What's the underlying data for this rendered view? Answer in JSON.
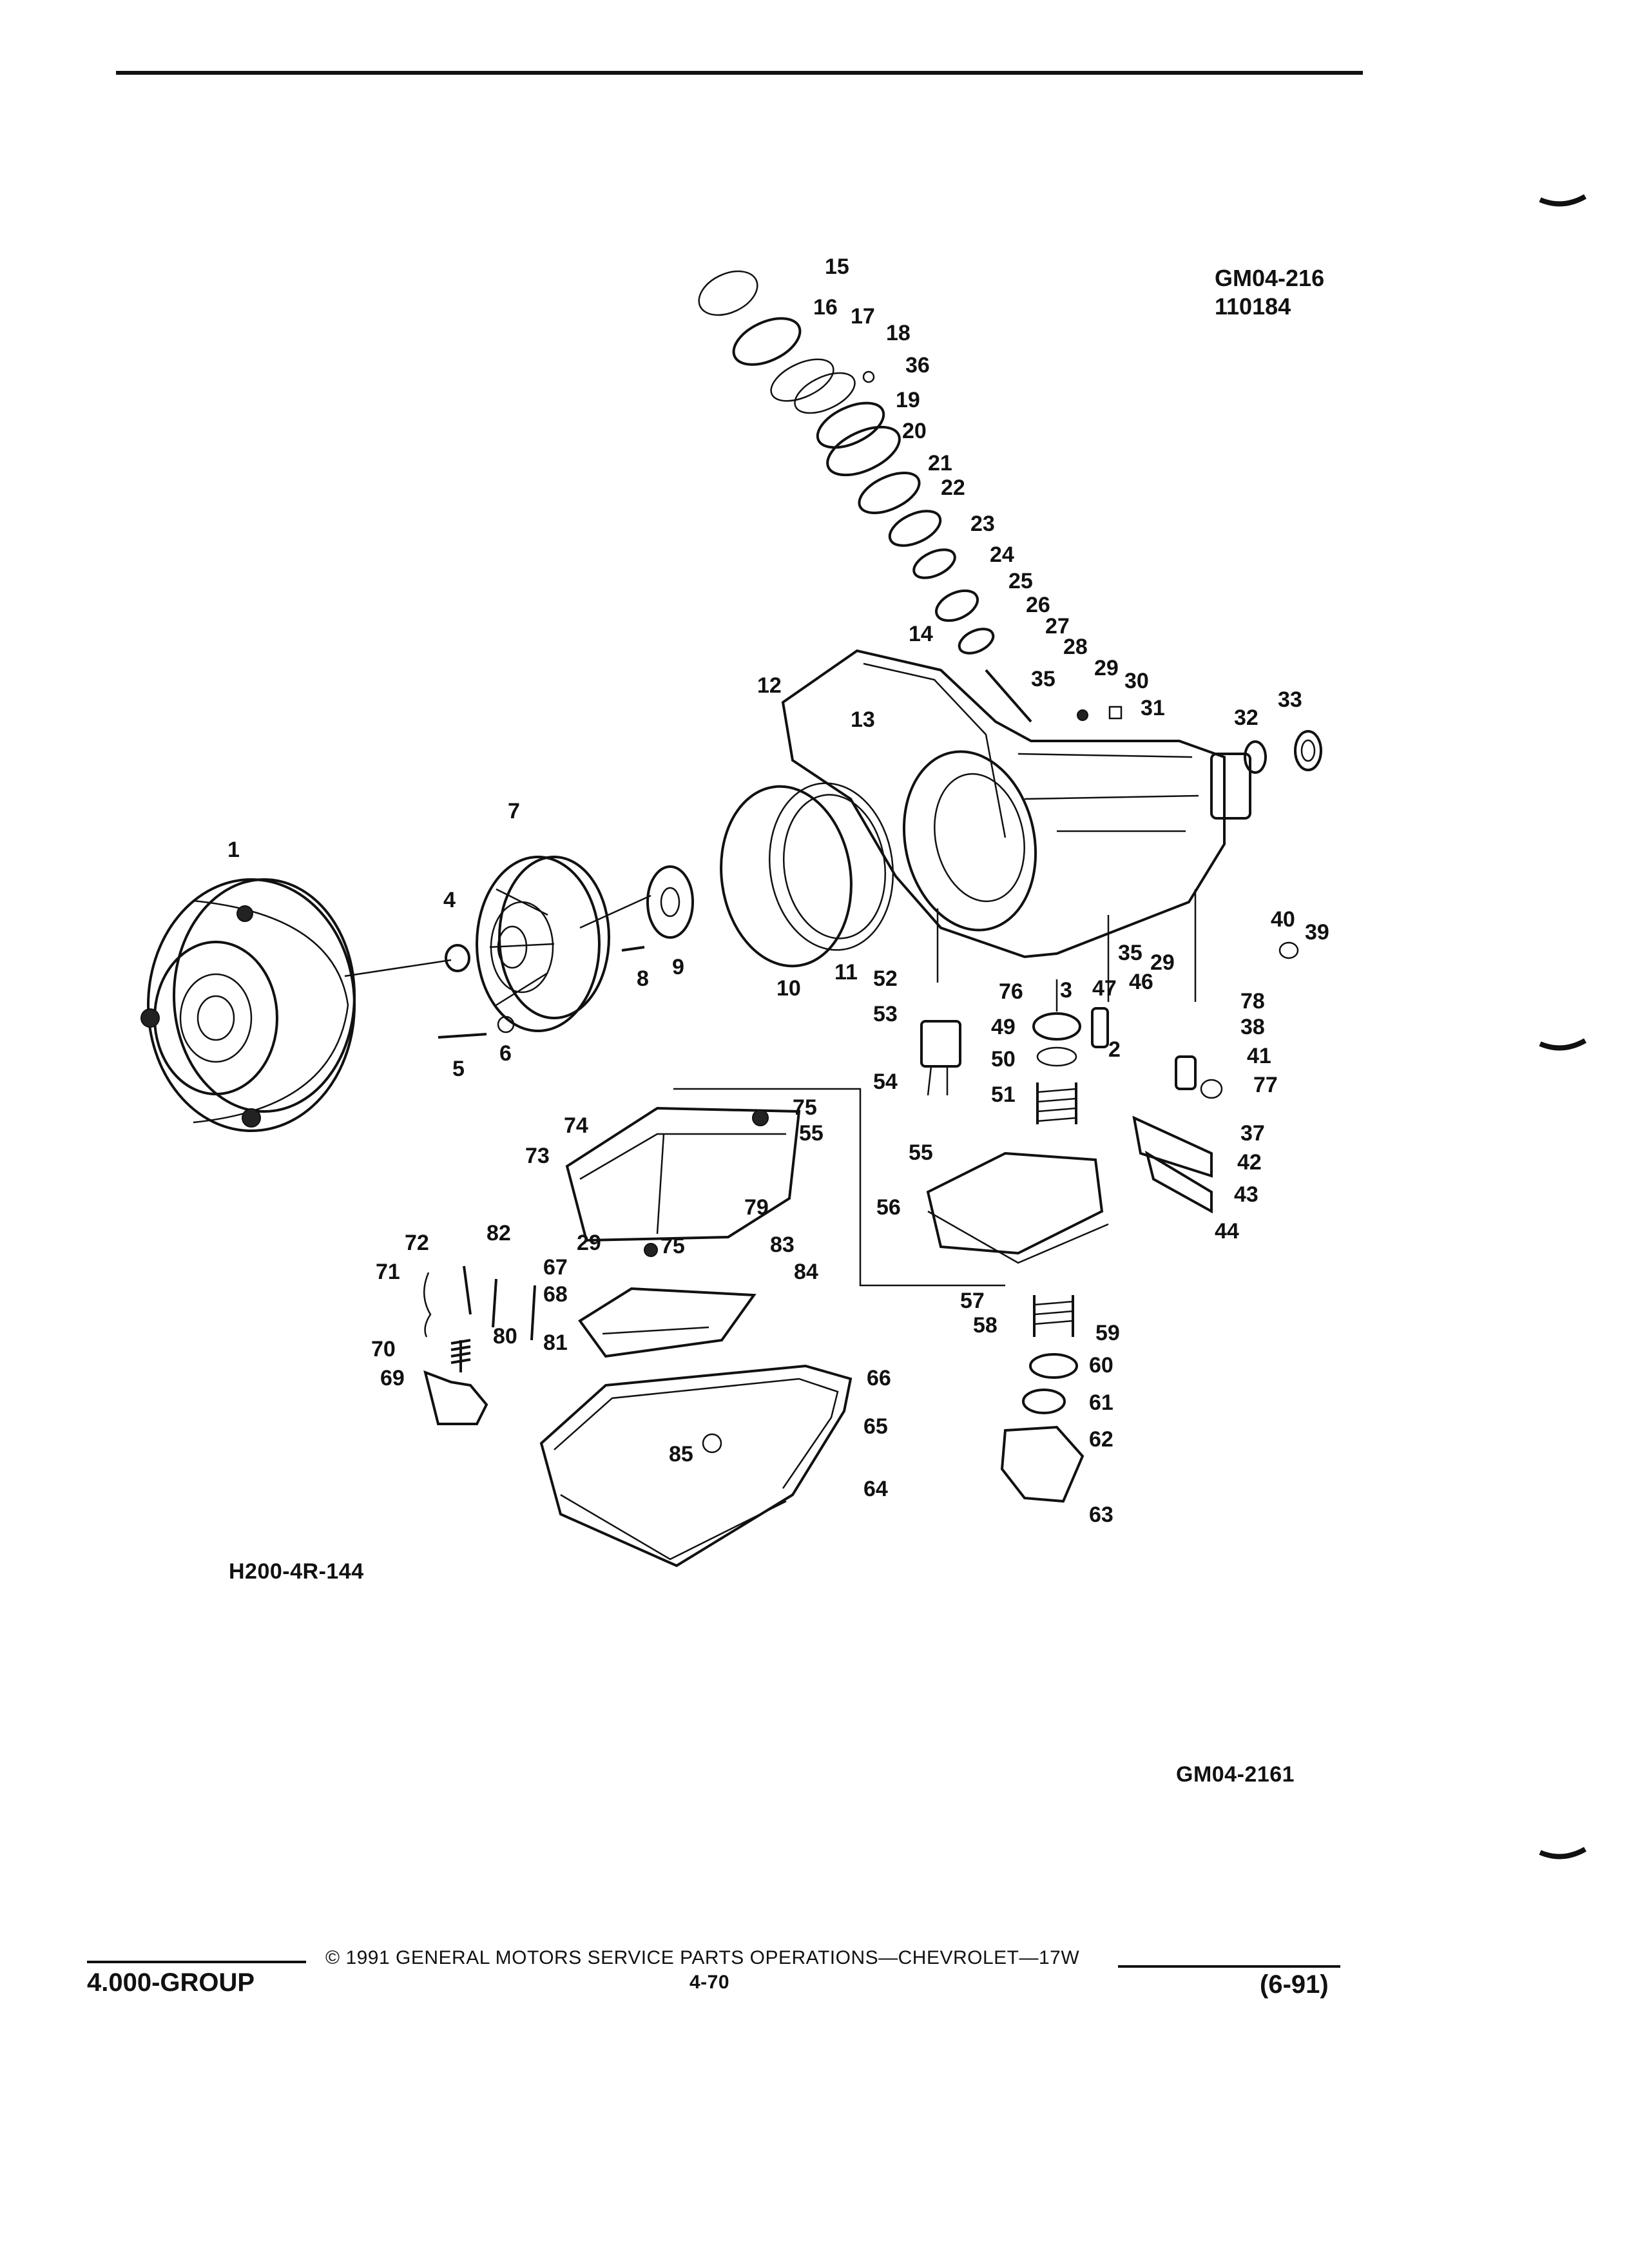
{
  "header": {
    "drawing_code_1": "GM04-216",
    "drawing_code_2": "110184"
  },
  "diagram": {
    "illustration_code": "H200-4R-144",
    "figure_code": "GM04-2161",
    "callouts": [
      "1",
      "2",
      "3",
      "4",
      "5",
      "6",
      "7",
      "8",
      "9",
      "10",
      "11",
      "12",
      "13",
      "14",
      "15",
      "16",
      "17",
      "18",
      "19",
      "20",
      "21",
      "22",
      "23",
      "24",
      "25",
      "26",
      "27",
      "28",
      "29",
      "30",
      "31",
      "32",
      "33",
      "35",
      "36",
      "37",
      "38",
      "39",
      "40",
      "41",
      "42",
      "43",
      "44",
      "46",
      "47",
      "49",
      "50",
      "51",
      "52",
      "53",
      "54",
      "55",
      "56",
      "57",
      "58",
      "59",
      "60",
      "61",
      "62",
      "63",
      "64",
      "65",
      "66",
      "67",
      "68",
      "69",
      "70",
      "71",
      "72",
      "73",
      "74",
      "75",
      "76",
      "77",
      "78",
      "79",
      "80",
      "81",
      "82",
      "83",
      "84",
      "85"
    ]
  },
  "footer": {
    "group": "4.000-GROUP",
    "copyright": "© 1991 GENERAL MOTORS SERVICE PARTS OPERATIONS—CHEVROLET—17W",
    "page_number": "4-70",
    "date_code": "(6-91)"
  }
}
